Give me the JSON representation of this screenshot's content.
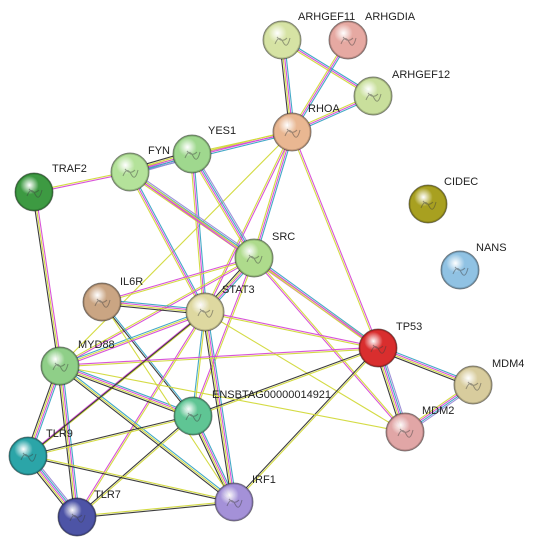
{
  "nodes": [
    {
      "id": "ARHGEF11",
      "label": "ARHGEF11",
      "color": "#d6e3a4"
    },
    {
      "id": "ARHGDIA",
      "label": "ARHGDIA",
      "color": "#e6a9a2"
    },
    {
      "id": "ARHGEF12",
      "label": "ARHGEF12",
      "color": "#c9df9c"
    },
    {
      "id": "RHOA",
      "label": "RHOA",
      "color": "#e9b792"
    },
    {
      "id": "YES1",
      "label": "YES1",
      "color": "#9fd88e"
    },
    {
      "id": "FYN",
      "label": "FYN",
      "color": "#b4e29a"
    },
    {
      "id": "TRAF2",
      "label": "TRAF2",
      "color": "#3d9a42"
    },
    {
      "id": "CIDEC",
      "label": "CIDEC",
      "color": "#a8a020"
    },
    {
      "id": "NANS",
      "label": "NANS",
      "color": "#90c2e3"
    },
    {
      "id": "SRC",
      "label": "SRC",
      "color": "#aedb8c"
    },
    {
      "id": "IL6R",
      "label": "IL6R",
      "color": "#caa583"
    },
    {
      "id": "STAT3",
      "label": "STAT3",
      "color": "#ded8a0"
    },
    {
      "id": "TP53",
      "label": "TP53",
      "color": "#d92e2e"
    },
    {
      "id": "MYD88",
      "label": "MYD88",
      "color": "#8fcf88"
    },
    {
      "id": "MDM4",
      "label": "MDM4",
      "color": "#d8cc9d"
    },
    {
      "id": "ENSBTAG",
      "label": "ENSBTAG00000014921",
      "color": "#5fc594"
    },
    {
      "id": "MDM2",
      "label": "MDM2",
      "color": "#e1a6a6"
    },
    {
      "id": "TLR9",
      "label": "TLR9",
      "color": "#2ba5a8"
    },
    {
      "id": "IRF1",
      "label": "IRF1",
      "color": "#a491d8"
    },
    {
      "id": "TLR7",
      "label": "TLR7",
      "color": "#4d54a6"
    }
  ],
  "edge_colors": {
    "coexpression": "#333333",
    "textmining": "#d2d93a",
    "database": "#3aa4c4",
    "experimental": "#d64bd6",
    "homology": "#9a8ad6",
    "neighborhood": "#56c456"
  },
  "edges": [
    {
      "a": "ARHGEF11",
      "b": "RHOA",
      "types": [
        "database",
        "experimental",
        "textmining",
        "coexpression"
      ]
    },
    {
      "a": "ARHGEF11",
      "b": "ARHGEF12",
      "types": [
        "database",
        "experimental",
        "textmining"
      ]
    },
    {
      "a": "ARHGDIA",
      "b": "RHOA",
      "types": [
        "database",
        "experimental",
        "textmining"
      ]
    },
    {
      "a": "ARHGEF12",
      "b": "RHOA",
      "types": [
        "database",
        "experimental",
        "textmining"
      ]
    },
    {
      "a": "RHOA",
      "b": "YES1",
      "types": [
        "experimental",
        "textmining"
      ]
    },
    {
      "a": "RHOA",
      "b": "FYN",
      "types": [
        "database",
        "experimental",
        "textmining"
      ]
    },
    {
      "a": "RHOA",
      "b": "SRC",
      "types": [
        "database",
        "experimental",
        "textmining"
      ]
    },
    {
      "a": "RHOA",
      "b": "STAT3",
      "types": [
        "experimental",
        "textmining"
      ]
    },
    {
      "a": "RHOA",
      "b": "TP53",
      "types": [
        "experimental",
        "textmining"
      ]
    },
    {
      "a": "RHOA",
      "b": "MYD88",
      "types": [
        "textmining"
      ]
    },
    {
      "a": "YES1",
      "b": "FYN",
      "types": [
        "homology",
        "database",
        "experimental",
        "textmining",
        "coexpression"
      ]
    },
    {
      "a": "YES1",
      "b": "SRC",
      "types": [
        "homology",
        "database",
        "experimental",
        "textmining"
      ]
    },
    {
      "a": "YES1",
      "b": "STAT3",
      "types": [
        "database",
        "experimental",
        "textmining"
      ]
    },
    {
      "a": "FYN",
      "b": "TRAF2",
      "types": [
        "experimental",
        "textmining"
      ]
    },
    {
      "a": "FYN",
      "b": "SRC",
      "types": [
        "homology",
        "database",
        "experimental",
        "textmining"
      ]
    },
    {
      "a": "FYN",
      "b": "STAT3",
      "types": [
        "database",
        "experimental",
        "textmining"
      ]
    },
    {
      "a": "FYN",
      "b": "TP53",
      "types": [
        "textmining",
        "experimental"
      ]
    },
    {
      "a": "TRAF2",
      "b": "MYD88",
      "types": [
        "experimental",
        "textmining",
        "coexpression"
      ]
    },
    {
      "a": "SRC",
      "b": "STAT3",
      "types": [
        "database",
        "experimental",
        "textmining",
        "coexpression"
      ]
    },
    {
      "a": "SRC",
      "b": "IL6R",
      "types": [
        "textmining",
        "experimental"
      ]
    },
    {
      "a": "SRC",
      "b": "TP53",
      "types": [
        "database",
        "experimental",
        "textmining"
      ]
    },
    {
      "a": "SRC",
      "b": "MYD88",
      "types": [
        "experimental",
        "textmining"
      ]
    },
    {
      "a": "SRC",
      "b": "ENSBTAG",
      "types": [
        "textmining",
        "experimental"
      ]
    },
    {
      "a": "SRC",
      "b": "MDM2",
      "types": [
        "textmining",
        "experimental"
      ]
    },
    {
      "a": "IL6R",
      "b": "STAT3",
      "types": [
        "database",
        "experimental",
        "textmining",
        "coexpression"
      ]
    },
    {
      "a": "IL6R",
      "b": "ENSBTAG",
      "types": [
        "database",
        "coexpression"
      ]
    },
    {
      "a": "STAT3",
      "b": "TP53",
      "types": [
        "experimental",
        "textmining"
      ]
    },
    {
      "a": "STAT3",
      "b": "MYD88",
      "types": [
        "experimental",
        "textmining",
        "database"
      ]
    },
    {
      "a": "STAT3",
      "b": "ENSBTAG",
      "types": [
        "textmining",
        "database"
      ]
    },
    {
      "a": "STAT3",
      "b": "IRF1",
      "types": [
        "database",
        "experimental",
        "textmining",
        "coexpression"
      ]
    },
    {
      "a": "STAT3",
      "b": "TLR9",
      "types": [
        "textmining",
        "experimental"
      ]
    },
    {
      "a": "STAT3",
      "b": "TLR7",
      "types": [
        "textmining",
        "experimental"
      ]
    },
    {
      "a": "STAT3",
      "b": "MDM2",
      "types": [
        "textmining"
      ]
    },
    {
      "a": "TP53",
      "b": "MDM4",
      "types": [
        "database",
        "experimental",
        "textmining",
        "coexpression"
      ]
    },
    {
      "a": "TP53",
      "b": "MDM2",
      "types": [
        "homology",
        "database",
        "experimental",
        "textmining",
        "coexpression"
      ]
    },
    {
      "a": "TP53",
      "b": "ENSBTAG",
      "types": [
        "textmining",
        "coexpression"
      ]
    },
    {
      "a": "TP53",
      "b": "MYD88",
      "types": [
        "textmining",
        "experimental"
      ]
    },
    {
      "a": "TP53",
      "b": "IRF1",
      "types": [
        "textmining",
        "coexpression"
      ]
    },
    {
      "a": "MDM4",
      "b": "MDM2",
      "types": [
        "homology",
        "database",
        "experimental",
        "textmining"
      ]
    },
    {
      "a": "MYD88",
      "b": "ENSBTAG",
      "types": [
        "database",
        "experimental",
        "textmining",
        "coexpression"
      ]
    },
    {
      "a": "MYD88",
      "b": "TLR9",
      "types": [
        "database",
        "experimental",
        "textmining",
        "coexpression"
      ]
    },
    {
      "a": "MYD88",
      "b": "TLR7",
      "types": [
        "database",
        "experimental",
        "textmining",
        "coexpression"
      ]
    },
    {
      "a": "MYD88",
      "b": "IRF1",
      "types": [
        "database",
        "textmining",
        "coexpression"
      ]
    },
    {
      "a": "MYD88",
      "b": "MDM2",
      "types": [
        "textmining"
      ]
    },
    {
      "a": "ENSBTAG",
      "b": "IRF1",
      "types": [
        "database",
        "experimental",
        "textmining",
        "coexpression"
      ]
    },
    {
      "a": "ENSBTAG",
      "b": "TLR9",
      "types": [
        "textmining",
        "coexpression"
      ]
    },
    {
      "a": "ENSBTAG",
      "b": "TLR7",
      "types": [
        "textmining",
        "coexpression"
      ]
    },
    {
      "a": "TLR9",
      "b": "TLR7",
      "types": [
        "homology",
        "database",
        "experimental",
        "textmining",
        "coexpression"
      ]
    },
    {
      "a": "TLR9",
      "b": "IRF1",
      "types": [
        "textmining",
        "coexpression"
      ]
    },
    {
      "a": "TLR7",
      "b": "IRF1",
      "types": [
        "textmining",
        "coexpression"
      ]
    },
    {
      "a": "IRF1",
      "b": "IL6R",
      "types": [
        "textmining"
      ]
    },
    {
      "a": "TLR9",
      "b": "STAT3",
      "types": [
        "coexpression"
      ]
    }
  ]
}
